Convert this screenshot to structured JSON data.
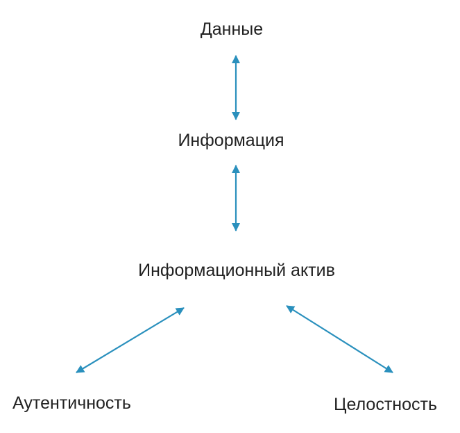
{
  "diagram": {
    "nodes": {
      "data": "Данные",
      "information": "Информация",
      "information_asset": "Информационный актив",
      "authenticity": "Аутентичность",
      "integrity": "Целостность"
    },
    "colors": {
      "arrow": "#2a90bd",
      "text": "#222222",
      "background": "#ffffff"
    }
  }
}
